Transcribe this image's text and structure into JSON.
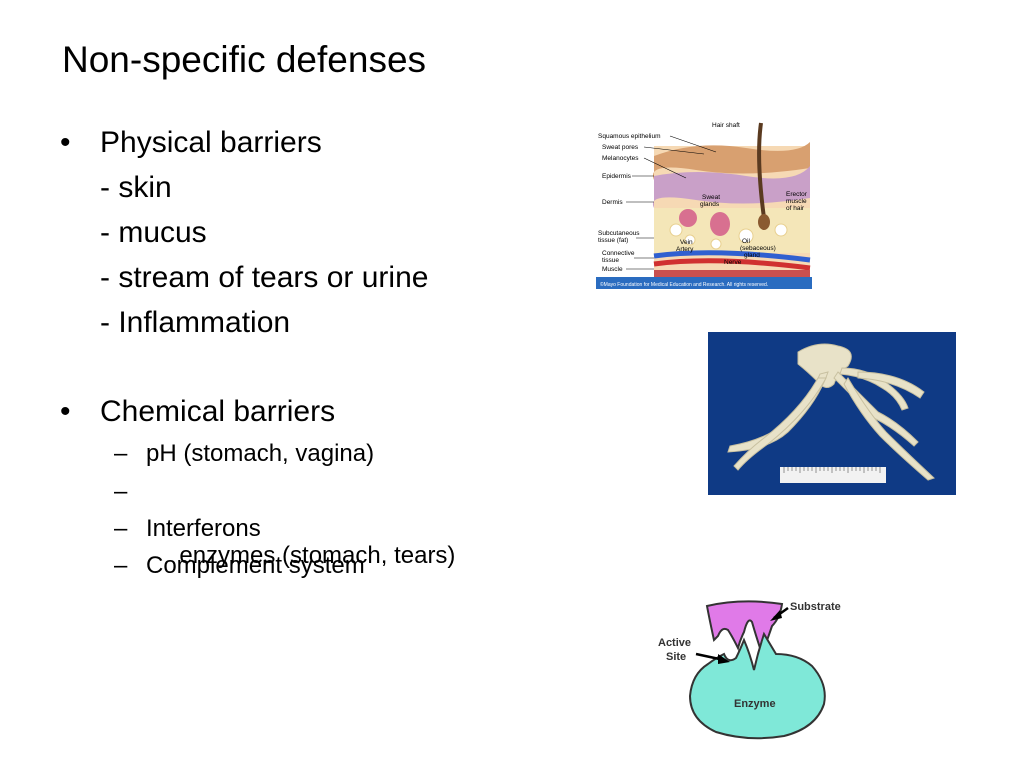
{
  "slide": {
    "title": "Non-specific defenses",
    "sections": [
      {
        "bullet": "•",
        "heading": "Physical barriers",
        "items": [
          "- skin",
          "- mucus",
          "- stream of tears or urine",
          "- Inflammation"
        ]
      },
      {
        "bullet": "•",
        "heading": "Chemical barriers",
        "dash": "–",
        "items": [
          "pH (stomach, vagina)",
          " enzymes (stomach, tears)",
          "Interferons",
          "Complement system"
        ]
      }
    ]
  },
  "skin_figure": {
    "labels": {
      "hair_shaft": "Hair shaft",
      "squamous": "Squamous epithelium",
      "sweat_pores": "Sweat pores",
      "melanocytes": "Melanocytes",
      "epidermis": "Epidermis",
      "dermis": "Dermis",
      "subcutaneous_1": "Subcutaneous",
      "subcutaneous_2": "tissue (fat)",
      "connective_1": "Connective",
      "connective_2": "tissue",
      "muscle": "Muscle",
      "sweat_glands_1": "Sweat",
      "sweat_glands_2": "glands",
      "erector_1": "Erector",
      "erector_2": "muscle",
      "erector_3": "of hair",
      "oil_1": "Oil",
      "oil_2": "(sebaceous)",
      "oil_3": "gland",
      "vein": "Vein",
      "artery": "Artery",
      "nerve": "Nerve",
      "copyright": "©Mayo Foundation for Medical Education and Research.  All rights reserved."
    }
  },
  "enzyme_figure": {
    "labels": {
      "substrate": "Substrate",
      "active_1": "Active",
      "active_2": "Site",
      "enzyme": "Enzyme"
    },
    "colors": {
      "substrate": "#e07ae8",
      "enzyme": "#7fe8d8"
    }
  },
  "colors": {
    "photo_background": "#0f3a85"
  }
}
